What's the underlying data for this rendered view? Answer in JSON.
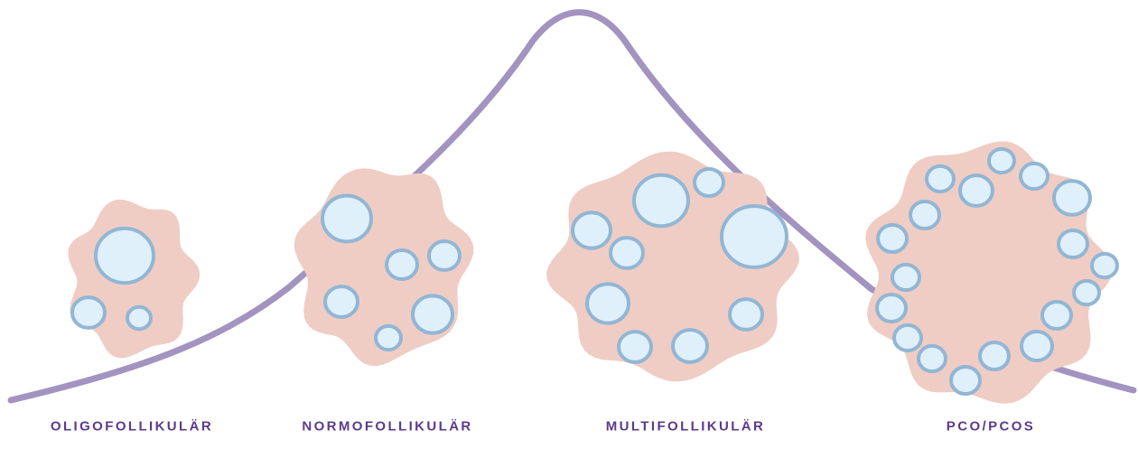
{
  "colors": {
    "curve": "#a293c0",
    "ovary_fill": "#efcdc4",
    "follicle_fill": "#dff0fb",
    "follicle_stroke": "#92b6d4",
    "label": "#5b3a8c"
  },
  "stages": [
    {
      "id": "oligo",
      "label": "OLIGOFOLLIKULÄR"
    },
    {
      "id": "normo",
      "label": "NORMOFOLLIKULÄR"
    },
    {
      "id": "multi",
      "label": "MULTIFOLLIKULÄR"
    },
    {
      "id": "pco",
      "label": "PCO/PCOS"
    }
  ]
}
